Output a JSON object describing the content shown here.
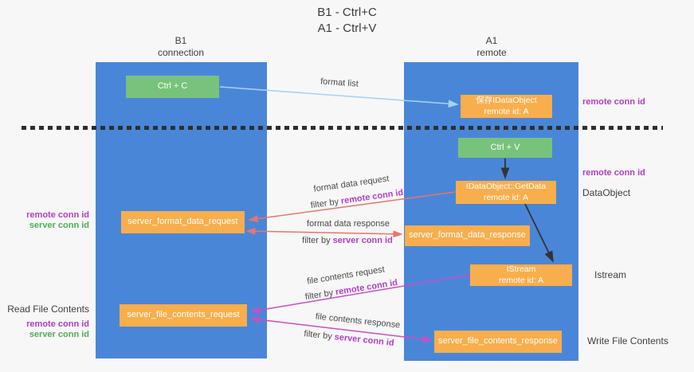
{
  "title": {
    "line1": "B1 - Ctrl+C",
    "line2": "A1 - Ctrl+V"
  },
  "lanes": {
    "left": {
      "title": "B1",
      "subtitle": "connection"
    },
    "right": {
      "title": "A1",
      "subtitle": "remote"
    }
  },
  "boxes": {
    "ctrl_c": {
      "label": "Ctrl + C"
    },
    "ctrl_v": {
      "label": "Ctrl + V"
    },
    "save_dataobject": {
      "line1": "保存IDataObject",
      "line2": "remote id: A"
    },
    "getdata": {
      "line1": "IDataObject::GetData",
      "line2": "remote id: A"
    },
    "istream": {
      "line1": "IStream",
      "line2": "remote id: A"
    },
    "server_format_data_request": {
      "label": "server_format_data_request"
    },
    "server_format_data_response": {
      "label": "server_format_data_response"
    },
    "server_file_contents_request": {
      "label": "server_file_contents_request"
    },
    "server_file_contents_response": {
      "label": "server_file_contents_response"
    }
  },
  "edge_labels": {
    "format_list": "format list",
    "format_data_request": "format data request",
    "format_data_response": "format data response",
    "file_contents_request": "file contents request",
    "file_contents_response": "file contents response",
    "filter_by": "filter by",
    "remote_conn_id": "remote conn id",
    "server_conn_id": "server conn id"
  },
  "side_labels": {
    "right_top_remote_conn_id": "remote conn id",
    "right_mid_remote_conn_id": "remote conn id",
    "dataobject": "DataObject",
    "istream": "Istream",
    "write_file_contents": "Write File Contents",
    "left_format_remote_conn_id": "remote conn id",
    "left_format_server_conn_id": "server conn id",
    "read_file_contents": "Read File Contents",
    "left_file_remote_conn_id": "remote conn id",
    "left_file_server_conn_id": "server conn id"
  },
  "colors": {
    "lane_blue": "#4a86d8",
    "box_green": "#77c37c",
    "box_orange": "#f8ae4c",
    "arrow_light_blue": "#a5d3f1",
    "arrow_red": "#e9756b",
    "arrow_magenta": "#ca4ec4",
    "arrow_black": "#333333",
    "text_magenta": "#b03fc0",
    "text_green": "#55ab57",
    "background": "#f7f7f8"
  }
}
